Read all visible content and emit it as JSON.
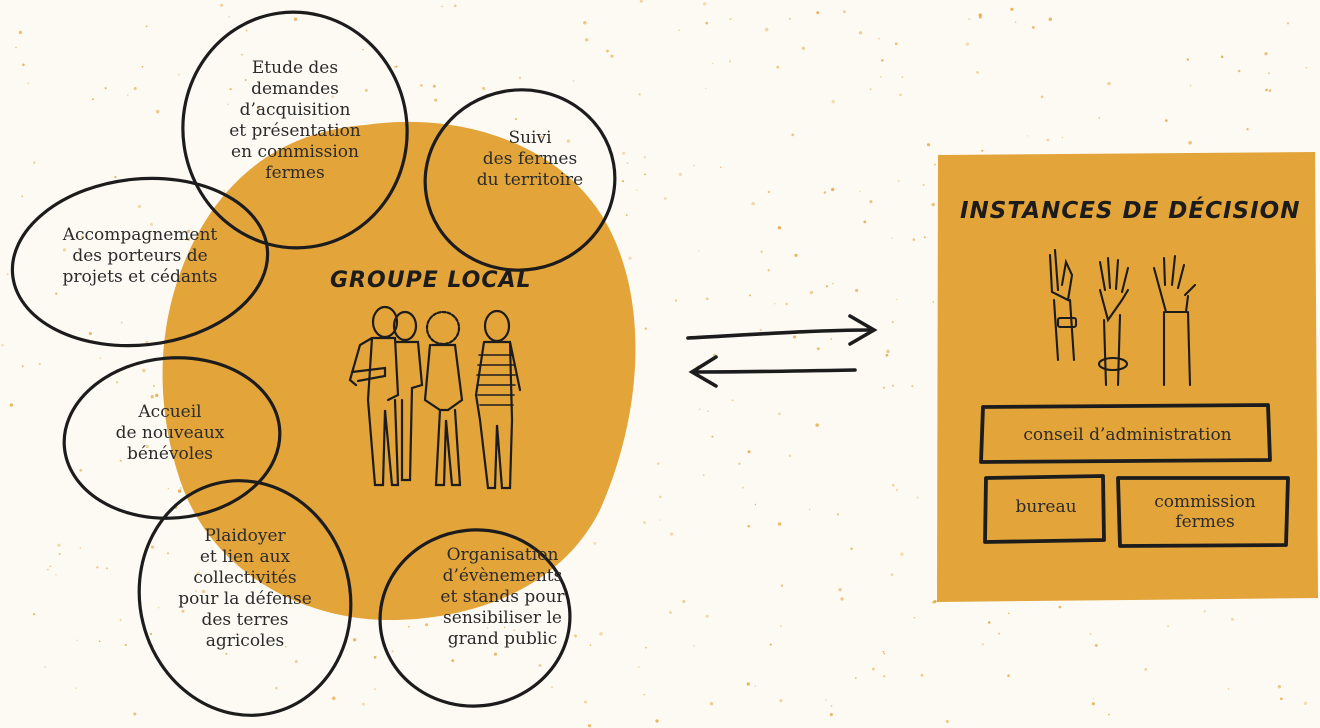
{
  "colors": {
    "accent": "#E3A43A",
    "ink": "#1C1C1C",
    "background": "#FDFAF3"
  },
  "group": {
    "title": "GROUPE LOCAL",
    "petals": [
      {
        "id": "etude",
        "text": "Etude des\ndemandes\nd’acquisition\net présentation\nen commission\nfermes"
      },
      {
        "id": "suivi",
        "text": "Suivi\ndes fermes\ndu territoire"
      },
      {
        "id": "accompagnement",
        "text": "Accompagnement\ndes porteurs de\nprojets et cédants"
      },
      {
        "id": "accueil",
        "text": "Accueil\nde nouveaux\nbénévoles"
      },
      {
        "id": "plaidoyer",
        "text": "Plaidoyer\net lien aux\ncollectivités\npour la défense\ndes terres\nagricoles"
      },
      {
        "id": "organisation",
        "text": "Organisation\nd’évènements\net stands pour\nsensibiliser le\ngrand public"
      }
    ]
  },
  "decision": {
    "title": "INSTANCES DE DÉCISION",
    "boxes": {
      "conseil": "conseil d’administration",
      "bureau": "bureau",
      "commission": "commission\nfermes"
    }
  }
}
